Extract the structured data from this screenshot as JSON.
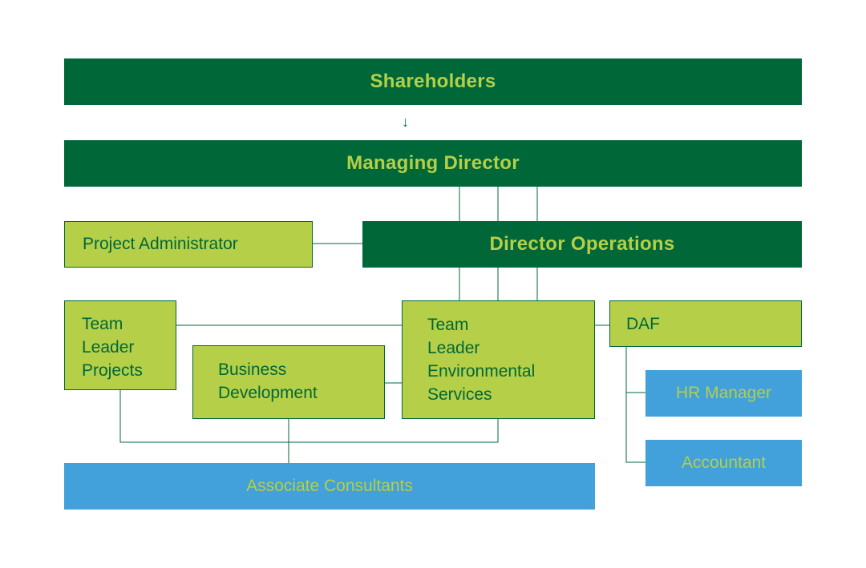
{
  "colors": {
    "dark_green": "#006838",
    "lime": "#b5cf49",
    "blue": "#42a0db",
    "line": "#006838"
  },
  "nodes": {
    "shareholders": "Shareholders",
    "managing_director": "Managing Director",
    "project_administrator": "Project Administrator",
    "director_operations": "Director Operations",
    "team_leader_projects": "Team\nLeader\nProjects",
    "business_development": "Business\nDevelopment",
    "team_leader_env": "Team\nLeader\nEnvironmental\nServices",
    "daf": "DAF",
    "hr_manager": "HR Manager",
    "accountant": "Accountant",
    "associate_consultants": "Associate Consultants"
  },
  "arrow_icon": "arrow-down-icon"
}
